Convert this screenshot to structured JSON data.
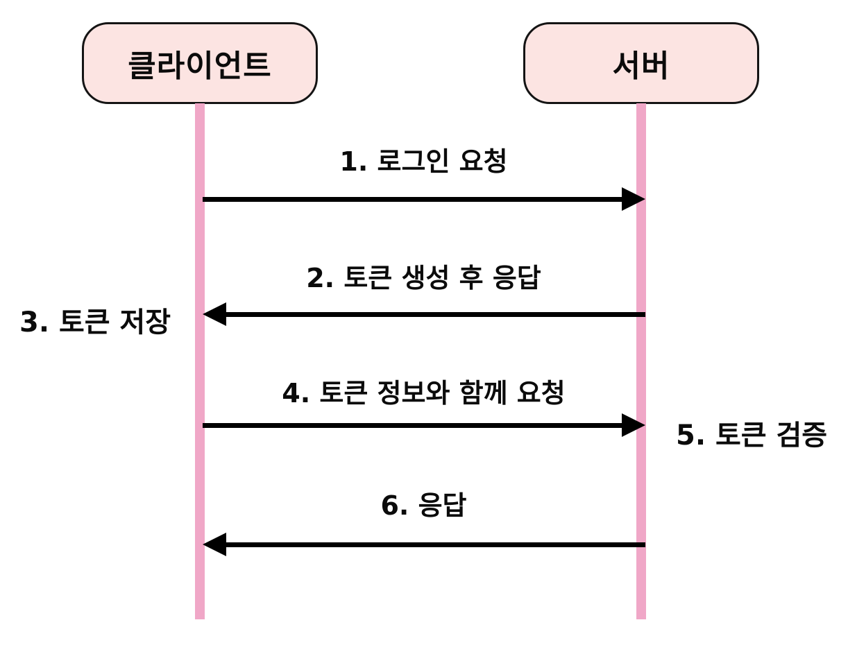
{
  "colors": {
    "background": "#ffffff",
    "actor_fill": "#fce4e2",
    "actor_border": "#141414",
    "lifeline": "#f0a7c7",
    "arrow": "#000000",
    "text": "#0b0b0b"
  },
  "actors": [
    {
      "id": "client",
      "label": "클라이언트"
    },
    {
      "id": "server",
      "label": "서버"
    }
  ],
  "messages": [
    {
      "step": 1,
      "label": "1. 로그인 요청",
      "from": "client",
      "to": "server",
      "direction": "right"
    },
    {
      "step": 2,
      "label": "2. 토큰 생성 후 응답",
      "from": "server",
      "to": "client",
      "direction": "left"
    },
    {
      "step": 4,
      "label": "4. 토큰 정보와 함께 요청",
      "from": "client",
      "to": "server",
      "direction": "right"
    },
    {
      "step": 6,
      "label": "6. 응답",
      "from": "server",
      "to": "client",
      "direction": "left"
    }
  ],
  "side_notes": [
    {
      "step": 3,
      "label": "3. 토큰 저장",
      "side": "left",
      "actor": "client"
    },
    {
      "step": 5,
      "label": "5. 토큰 검증",
      "side": "right",
      "actor": "server"
    }
  ]
}
